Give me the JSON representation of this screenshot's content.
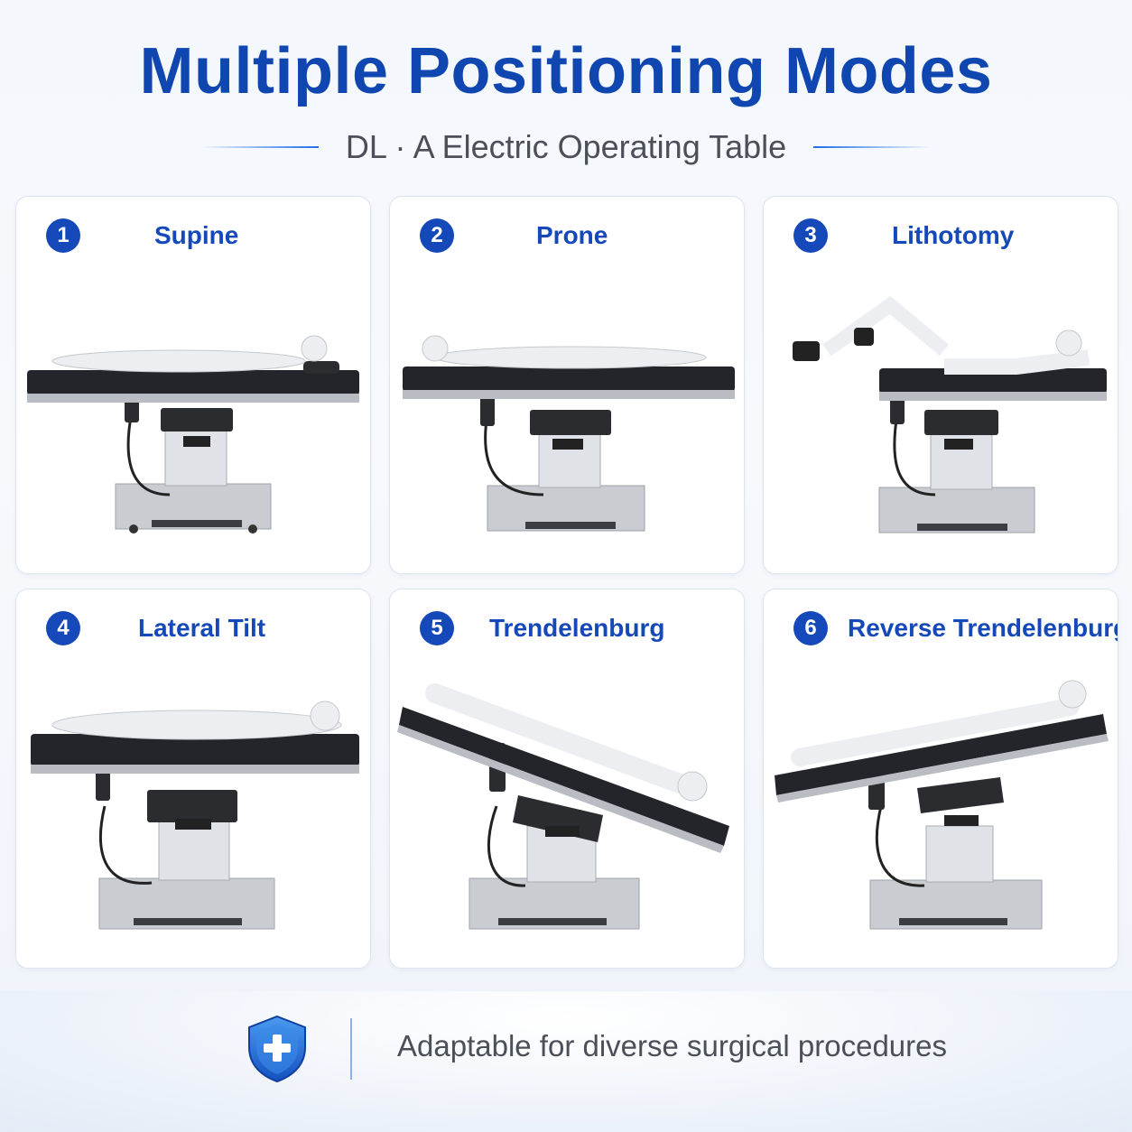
{
  "header": {
    "title": "Multiple Positioning Modes",
    "subtitle": "DL · A Electric Operating Table"
  },
  "modes": [
    {
      "number": "1",
      "label": "Supine"
    },
    {
      "number": "2",
      "label": "Prone"
    },
    {
      "number": "3",
      "label": "Lithotomy"
    },
    {
      "number": "4",
      "label": "Lateral Tilt"
    },
    {
      "number": "5",
      "label": "Trendelenburg"
    },
    {
      "number": "6",
      "label": "Reverse Trendelenburg"
    }
  ],
  "footer": {
    "tagline": "Adaptable for diverse surgical procedures",
    "icon": "shield-plus-icon"
  },
  "colors": {
    "accent": "#1548b8",
    "title": "#0f46b0",
    "text": "#4a4f58"
  }
}
